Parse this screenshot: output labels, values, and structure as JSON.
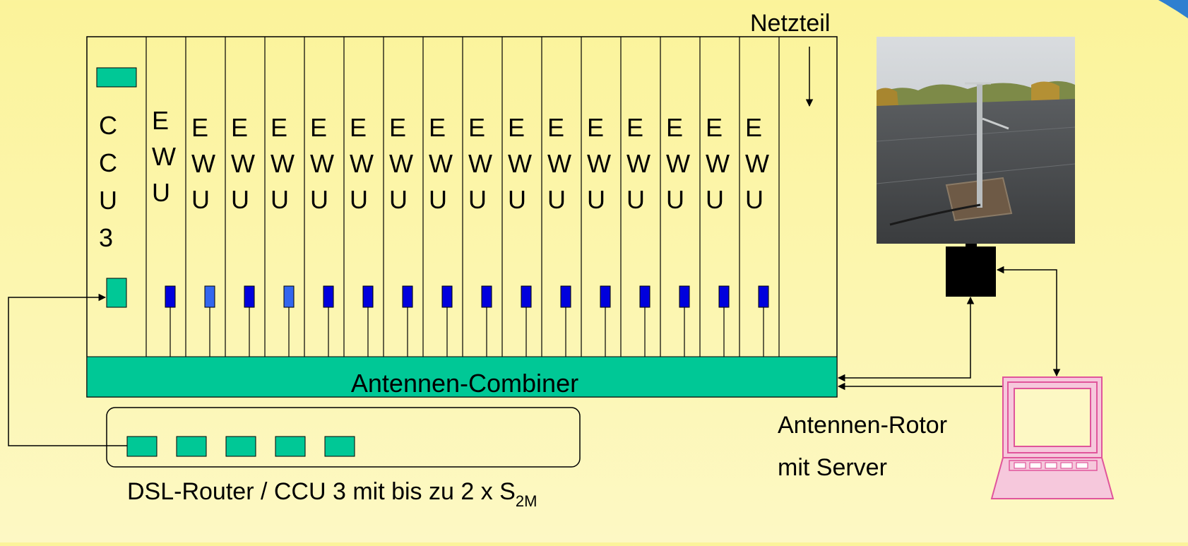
{
  "labels": {
    "power_supply": "Netzteil",
    "combiner": "Antennen-Combiner",
    "rotor_line1": "Antennen-Rotor",
    "rotor_line2": "mit Server",
    "router_main": "DSL-Router / CCU 3 mit bis zu 2 x S",
    "router_sub": "2M"
  },
  "ccu": {
    "letters": [
      "C",
      "C",
      "U",
      "3"
    ]
  },
  "ewu": {
    "count": 16,
    "letters": [
      "E",
      "W",
      "U"
    ],
    "slot_colors": [
      "#0000dd",
      "#3366ee",
      "#0000dd",
      "#3366ee",
      "#0000dd",
      "#0000dd",
      "#0000dd",
      "#0000dd",
      "#0000dd",
      "#0000dd",
      "#0000dd",
      "#0000dd",
      "#0000dd",
      "#0000dd",
      "#0000dd",
      "#0000dd"
    ]
  },
  "router": {
    "port_count": 5
  },
  "colors": {
    "module": "#00c896",
    "rotor_box": "#000000",
    "computer": "#e0559b",
    "computer_fill": "#f6c8dc",
    "logo": "#2f7fd0"
  }
}
